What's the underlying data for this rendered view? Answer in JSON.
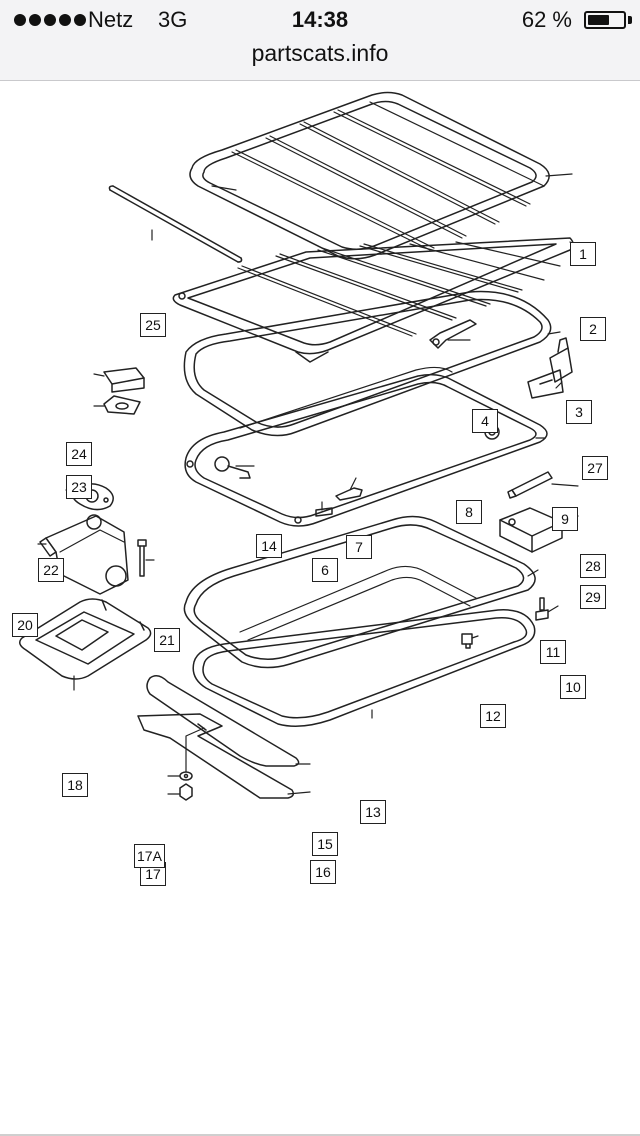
{
  "status_bar": {
    "carrier": "Netz",
    "network": "3G",
    "time": "14:38",
    "battery": "62 %",
    "battery_level": 0.62
  },
  "url_bar": {
    "url": "partscats.info"
  },
  "diagram": {
    "parts": [
      {
        "id": "1",
        "label": "1"
      },
      {
        "id": "2",
        "label": "2"
      },
      {
        "id": "3",
        "label": "3"
      },
      {
        "id": "4",
        "label": "4"
      },
      {
        "id": "6",
        "label": "6"
      },
      {
        "id": "7",
        "label": "7"
      },
      {
        "id": "8",
        "label": "8"
      },
      {
        "id": "9",
        "label": "9"
      },
      {
        "id": "10",
        "label": "10"
      },
      {
        "id": "11",
        "label": "11"
      },
      {
        "id": "12",
        "label": "12"
      },
      {
        "id": "13",
        "label": "13"
      },
      {
        "id": "14",
        "label": "14"
      },
      {
        "id": "15",
        "label": "15"
      },
      {
        "id": "16",
        "label": "16"
      },
      {
        "id": "17",
        "label": "17"
      },
      {
        "id": "17a",
        "label": "17A"
      },
      {
        "id": "18",
        "label": "18"
      },
      {
        "id": "20",
        "label": "20"
      },
      {
        "id": "21",
        "label": "21"
      },
      {
        "id": "22",
        "label": "22"
      },
      {
        "id": "23",
        "label": "23"
      },
      {
        "id": "24",
        "label": "24"
      },
      {
        "id": "25",
        "label": "25"
      },
      {
        "id": "27",
        "label": "27"
      },
      {
        "id": "28",
        "label": "28"
      },
      {
        "id": "29",
        "label": "29"
      }
    ]
  }
}
